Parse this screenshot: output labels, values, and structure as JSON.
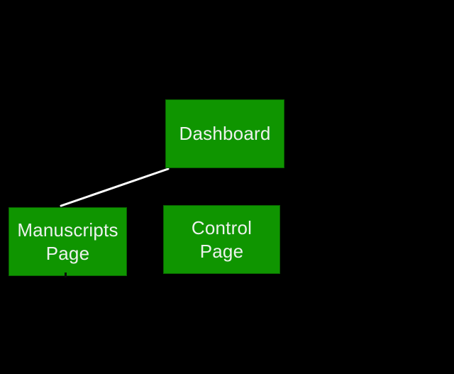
{
  "diagram": {
    "background_color": "#000000",
    "node_fill_color": "#0f9500",
    "node_text_color": "#edf2ed",
    "connector_color": "#ffffff",
    "nodes": [
      {
        "id": "dashboard",
        "label": "Dashboard"
      },
      {
        "id": "manuscripts-page",
        "label": "Manuscripts\nPage"
      },
      {
        "id": "control-page",
        "label": "Control\nPage"
      }
    ],
    "edges": [
      {
        "from": "dashboard",
        "to": "manuscripts-page"
      }
    ]
  }
}
